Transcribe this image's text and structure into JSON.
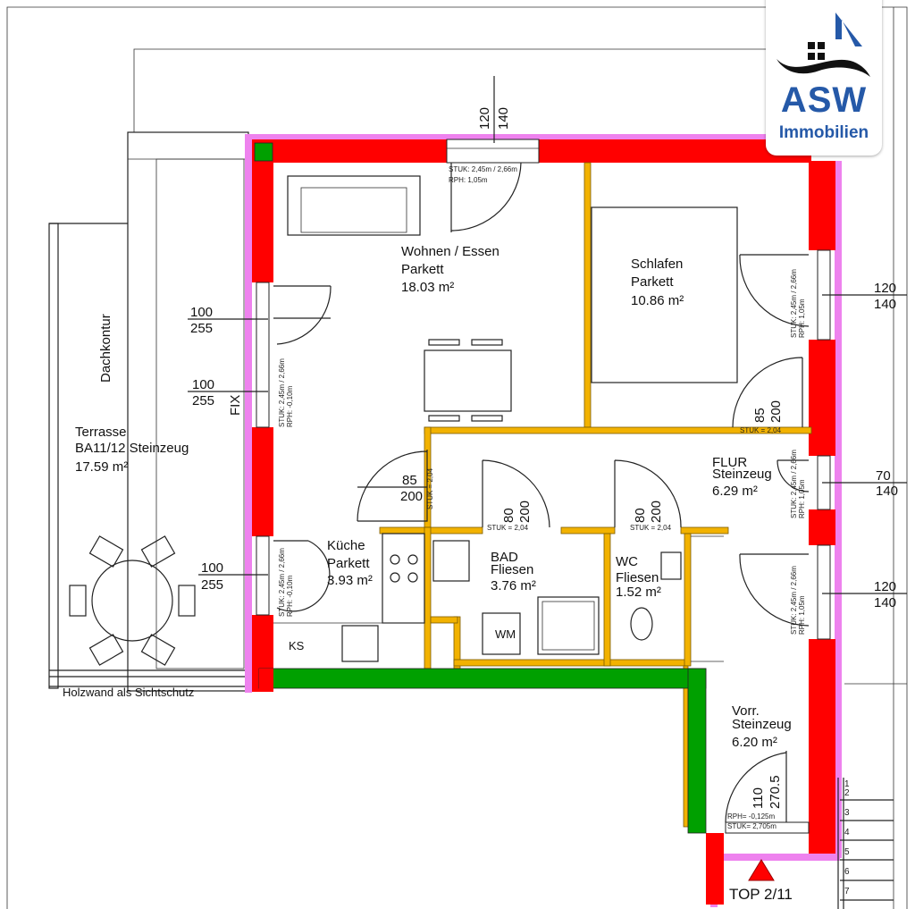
{
  "logo": {
    "brand": "ASW",
    "subtitle": "Immobilien",
    "brand_color": "#2559a8"
  },
  "colors": {
    "exterior_wall": "#ff0000",
    "insulation": "#ee82ee",
    "interior_wall": "#f2b200",
    "partition_wall": "#00a000"
  },
  "rooms": {
    "wohnen": {
      "name": "Wohnen / Essen",
      "floor": "Parkett",
      "area": "18.03 m²"
    },
    "schlafen": {
      "name": "Schlafen",
      "floor": "Parkett",
      "area": "10.86 m²"
    },
    "terrasse": {
      "name": "Terrasse",
      "floor": "BA11/12 Steinzeug",
      "area": "17.59 m²"
    },
    "flur": {
      "name": "FLUR",
      "floor": "Steinzeug",
      "area": "6.29 m²"
    },
    "kueche": {
      "name": "Küche",
      "floor": "Parkett",
      "area": "3.93 m²"
    },
    "bad": {
      "name": "BAD",
      "floor": "Fliesen",
      "area": "3.76 m²"
    },
    "wc": {
      "name": "WC",
      "floor": "Fliesen",
      "area": "1.52 m²"
    },
    "vorr": {
      "name": "Vorr.",
      "floor": "Steinzeug",
      "area": "6.20 m²"
    }
  },
  "labels": {
    "dachkontur": "Dachkontur",
    "fix": "FIX",
    "ks": "KS",
    "wm": "WM",
    "holzwand": "Holzwand als Sichtschutz",
    "top": "TOP 2/11"
  },
  "dimensions": {
    "top_window": [
      "120",
      "140"
    ],
    "wohnen_window1": [
      "100",
      "255"
    ],
    "wohnen_window2": [
      "100",
      "255"
    ],
    "kueche_window": [
      "100",
      "255"
    ],
    "schlafen_window": [
      "120",
      "140"
    ],
    "flur_window": [
      "70",
      "140"
    ],
    "vorr_window": [
      "120",
      "140"
    ],
    "kueche_door": [
      "85",
      "200"
    ],
    "bad_door": [
      "80",
      "200"
    ],
    "wc_door": [
      "80",
      "200"
    ],
    "schlafen_door": [
      "85",
      "200"
    ],
    "entry_door": [
      "110",
      "270.5"
    ]
  },
  "notes": {
    "stuk_245_266": "STUK: 2,45m / 2,66m",
    "rph_105": "RPH: 1,05m",
    "rph_010": "RPH: -0,10m",
    "stuk_204": "STUK = 2,04",
    "rph_0125": "RPH= -0,125m",
    "stuk_2705": "STUK= 2,705m"
  },
  "stairs": {
    "steps": [
      "1",
      "2",
      "3",
      "4",
      "5",
      "6",
      "7"
    ]
  }
}
